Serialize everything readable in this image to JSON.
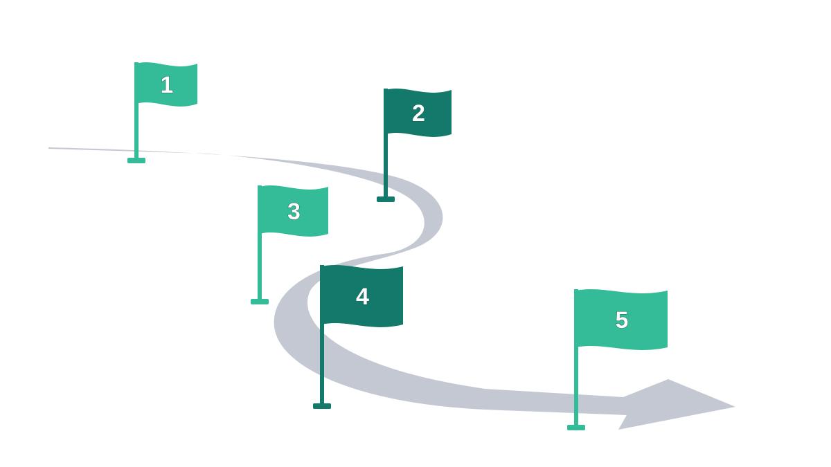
{
  "colors": {
    "light_flag": "#34BC98",
    "dark_flag": "#13796A",
    "road": "#C4C8D2",
    "background": "#FFFFFF"
  },
  "flags": [
    {
      "label": "1",
      "variant": "light"
    },
    {
      "label": "2",
      "variant": "dark"
    },
    {
      "label": "3",
      "variant": "light"
    },
    {
      "label": "4",
      "variant": "dark"
    },
    {
      "label": "5",
      "variant": "light"
    }
  ]
}
